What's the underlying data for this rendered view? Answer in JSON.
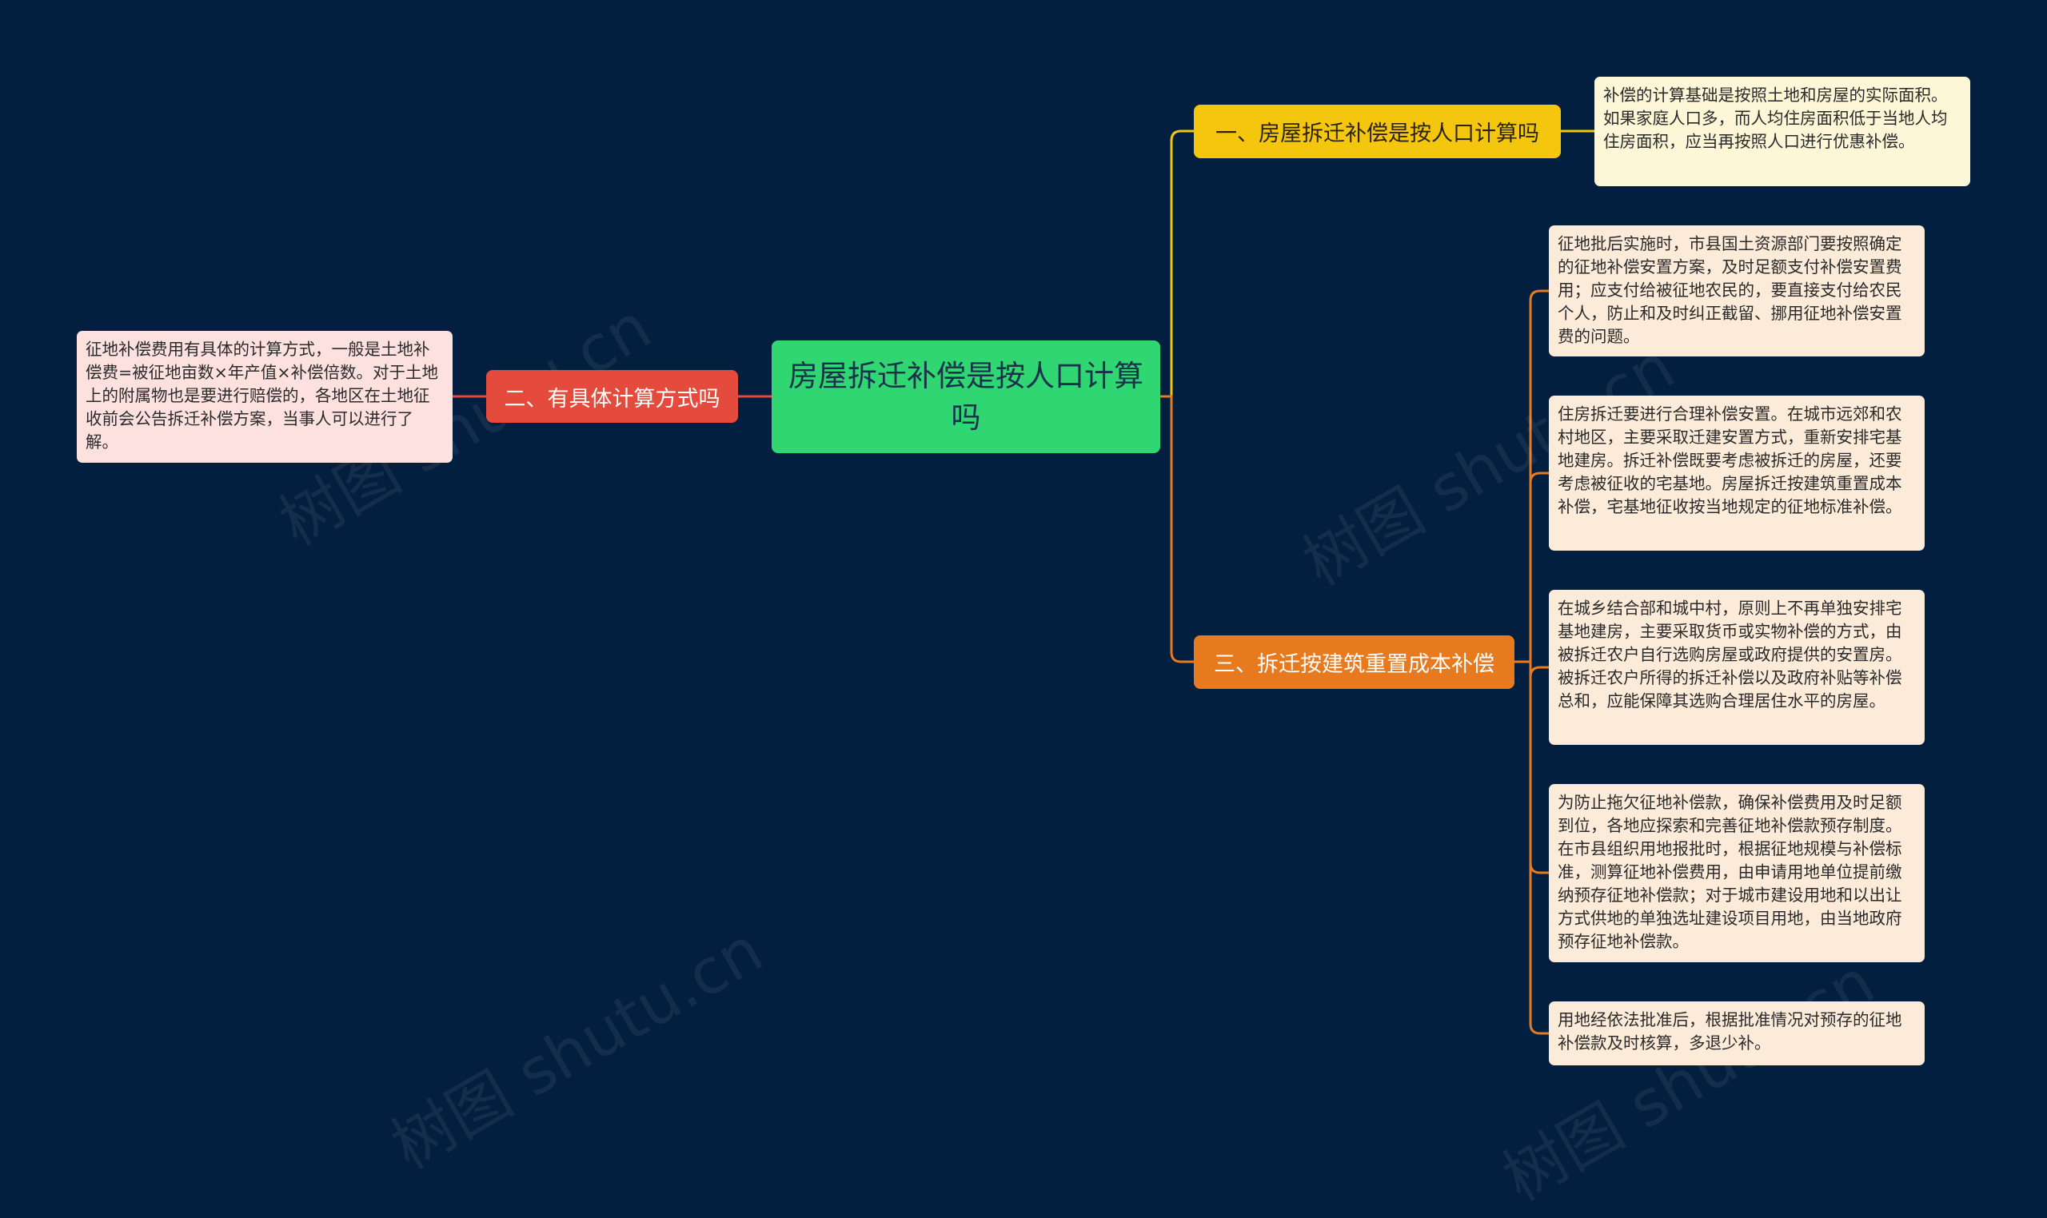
{
  "root": {
    "label": "房屋拆迁补偿是按人口计算吗"
  },
  "branches": [
    {
      "label": "一、房屋拆迁补偿是按人口计算吗",
      "color": "#f5c60e",
      "leaves": [
        "补偿的计算基础是按照土地和房屋的实际面积。如果家庭人口多，而人均住房面积低于当地人均住房面积，应当再按照人口进行优惠补偿。"
      ]
    },
    {
      "label": "二、有具体计算方式吗",
      "color": "#e44b3c",
      "leaves": [
        "征地补偿费用有具体的计算方式，一般是土地补偿费=被征地亩数×年产值×补偿倍数。对于土地上的附属物也是要进行赔偿的，各地区在土地征收前会公告拆迁补偿方案，当事人可以进行了解。"
      ]
    },
    {
      "label": "三、拆迁按建筑重置成本补偿",
      "color": "#e77a1f",
      "leaves": [
        "征地批后实施时，市县国土资源部门要按照确定的征地补偿安置方案，及时足额支付补偿安置费用；应支付给被征地农民的，要直接支付给农民个人，防止和及时纠正截留、挪用征地补偿安置费的问题。",
        "住房拆迁要进行合理补偿安置。在城市远郊和农村地区，主要采取迁建安置方式，重新安排宅基地建房。拆迁补偿既要考虑被拆迁的房屋，还要考虑被征收的宅基地。房屋拆迁按建筑重置成本补偿，宅基地征收按当地规定的征地标准补偿。",
        "在城乡结合部和城中村，原则上不再单独安排宅基地建房，主要采取货币或实物补偿的方式，由被拆迁农户自行选购房屋或政府提供的安置房。被拆迁农户所得的拆迁补偿以及政府补贴等补偿总和，应能保障其选购合理居住水平的房屋。",
        "为防止拖欠征地补偿款，确保补偿费用及时足额到位，各地应探索和完善征地补偿款预存制度。在市县组织用地报批时，根据征地规模与补偿标准，测算征地补偿费用，由申请用地单位提前缴纳预存征地补偿款；对于城市建设用地和以出让方式供地的单独选址建设项目用地，由当地政府预存征地补偿款。",
        "用地经依法批准后，根据批准情况对预存的征地补偿款及时核算，多退少补。"
      ]
    }
  ],
  "watermark": "树图 shutu.cn"
}
